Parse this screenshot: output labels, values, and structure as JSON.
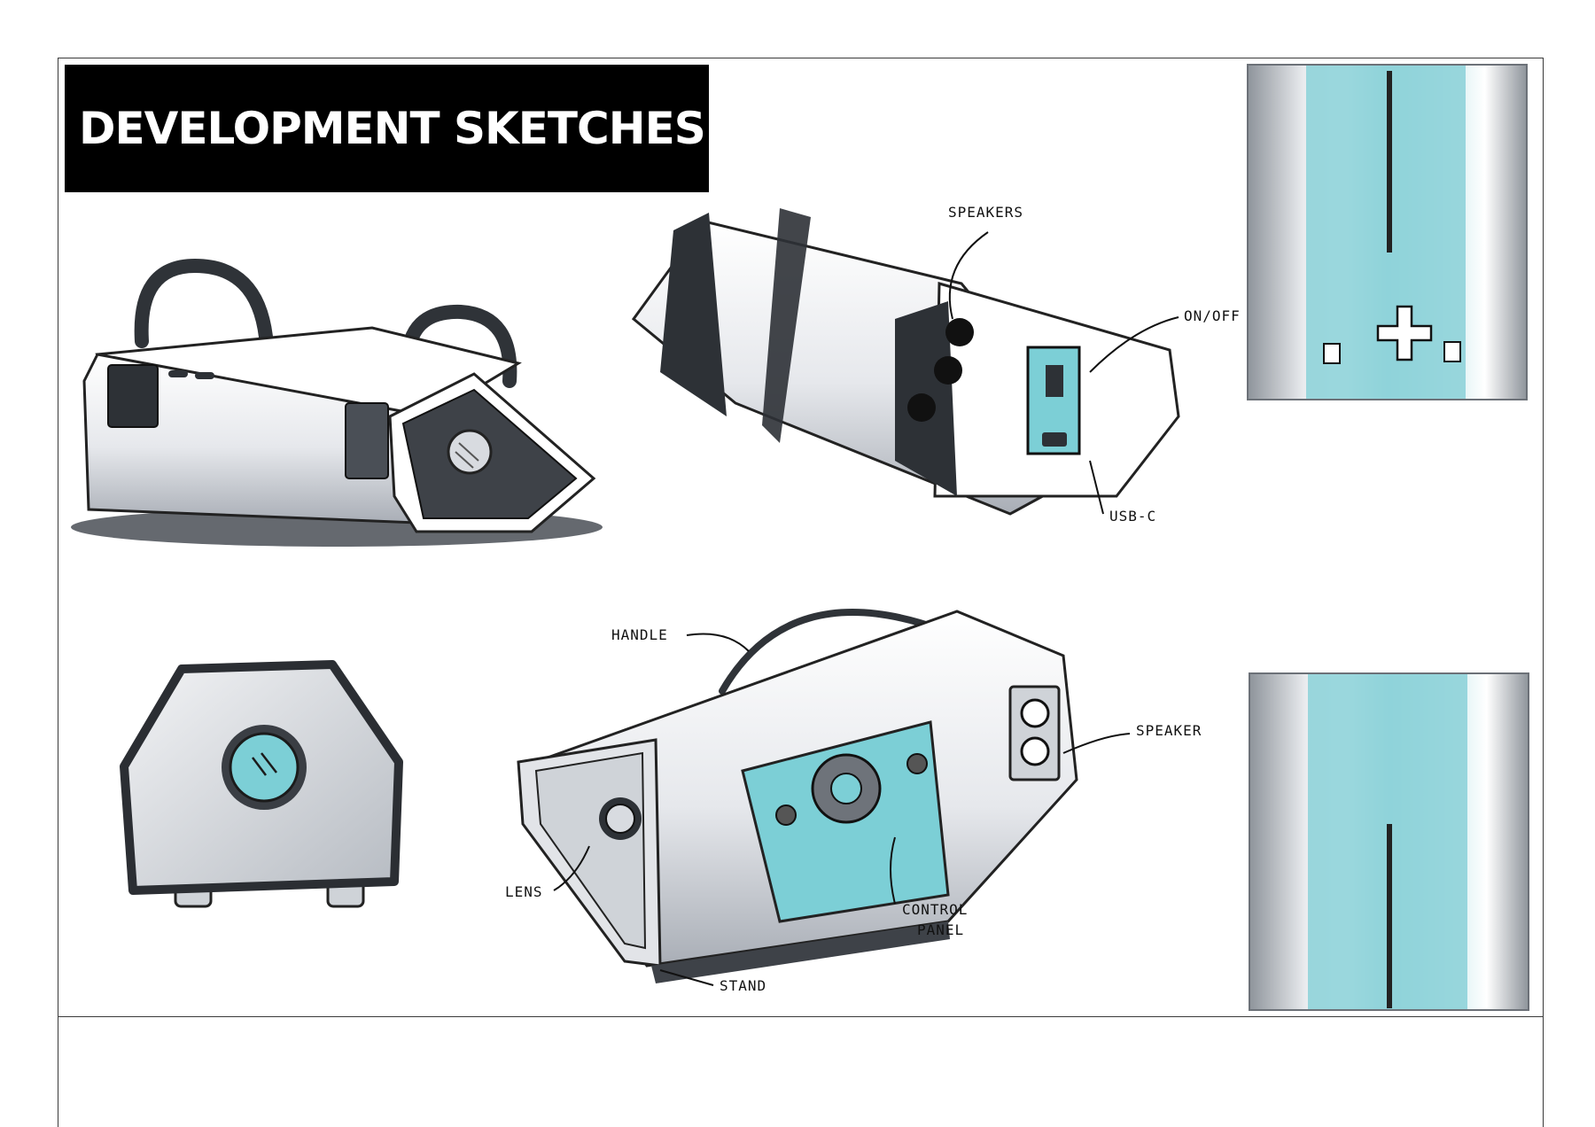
{
  "page": {
    "title": "DEVELOPMENT SKETCHES"
  },
  "annotations": {
    "speakers": "SPEAKERS",
    "on_off": "ON/OFF",
    "usb_c": "USB-C",
    "handle": "HANDLE",
    "speaker": "SPEAKER",
    "lens": "LENS",
    "control_panel_line1": "CONTROL",
    "control_panel_line2": "PANEL",
    "stand": "STAND"
  },
  "colors": {
    "accent_cyan": "#7ccfd6",
    "ink": "#1b1b1b",
    "marker_grey": "#9aa0a8",
    "dark_panel": "#3e4248"
  }
}
